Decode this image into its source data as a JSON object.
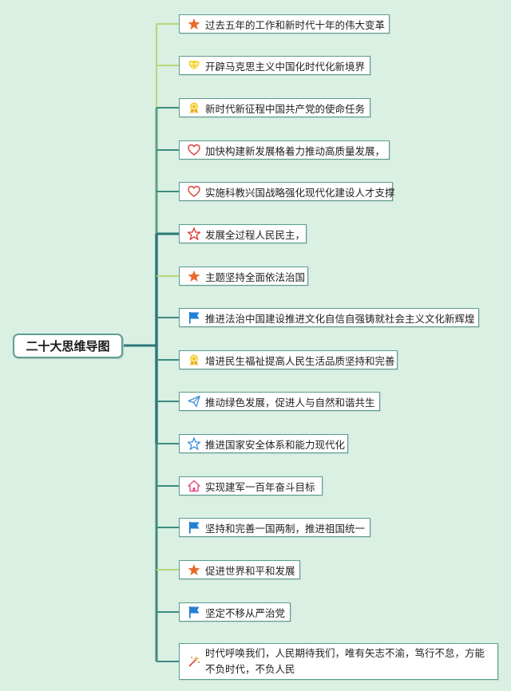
{
  "root": {
    "label": "二十大思维导图"
  },
  "colors": {
    "background": "#d9f0e2",
    "branch_light": "#b6d77c",
    "branch_dark": "#2c7877",
    "node_border": "#5a9c8e"
  },
  "branches": [
    {
      "icon": "star-filled-icon",
      "label": "过去五年的工作和新时代十年的伟大变革"
    },
    {
      "icon": "gem-icon",
      "label": "开辟马克思主义中国化时代化新境界"
    },
    {
      "icon": "medal-icon",
      "label": "新时代新征程中国共产党的使命任务"
    },
    {
      "icon": "heart-icon",
      "label": "加快构建新发展格着力推动高质量发展，"
    },
    {
      "icon": "heart-icon",
      "label": "实施科教兴国战略强化现代化建设人才支撑"
    },
    {
      "icon": "star-outline-icon",
      "label": "发展全过程人民民主，"
    },
    {
      "icon": "star-filled-icon",
      "label": "主题坚持全面依法治国"
    },
    {
      "icon": "flag-icon",
      "label": "推进法治中国建设推进文化自信自强铸就社会主义文化新辉煌"
    },
    {
      "icon": "medal-icon",
      "label": "增进民生福祉提高人民生活品质坚持和完善"
    },
    {
      "icon": "paper-plane-icon",
      "label": "推动绿色发展，促进人与自然和谐共生"
    },
    {
      "icon": "star-outline-blue-icon",
      "label": "推进国家安全体系和能力现代化"
    },
    {
      "icon": "house-icon",
      "label": "实现建军一百年奋斗目标"
    },
    {
      "icon": "flag-icon",
      "label": "坚持和完善一国两制，推进祖国统一"
    },
    {
      "icon": "star-filled-icon",
      "label": "促进世界和平和发展"
    },
    {
      "icon": "flag-icon",
      "label": "坚定不移从严治党"
    },
    {
      "icon": "sparkle-icon",
      "label": "时代呼唤我们，人民期待我们，唯有矢志不渝，笃行不怠，方能不负时代，不负人民"
    }
  ]
}
